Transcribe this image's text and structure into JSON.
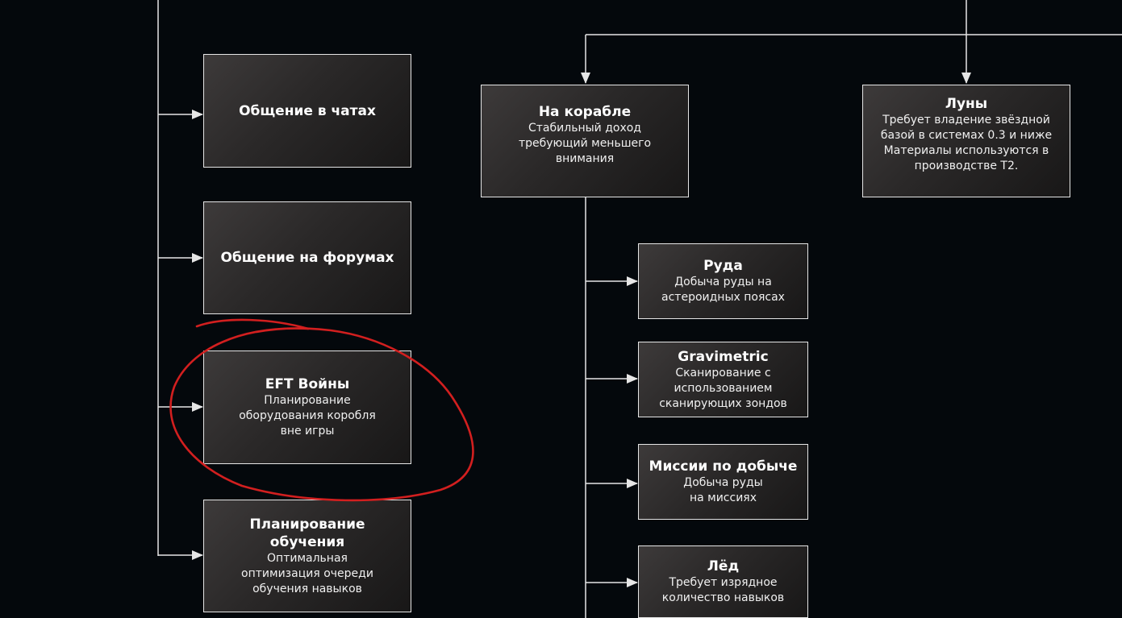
{
  "colors": {
    "background": "#04080c",
    "line": "#e6e6e6",
    "annotation": "#d21f1f"
  },
  "nodes": {
    "chat": {
      "title": "Общение в чатах"
    },
    "forum": {
      "title": "Общение на форумах"
    },
    "eft": {
      "title": "EFT Войны",
      "desc": "Планирование\nоборудования коробля\nвне игры"
    },
    "training": {
      "title": "Планирование\nобучения",
      "desc": "Оптимальная\nоптимизация очереди\nобучения навыков"
    },
    "ship": {
      "title": "На корабле",
      "desc": "Стабильный доход\nтребующий меньшего\nвнимания"
    },
    "moons": {
      "title": "Луны",
      "desc": "Требует владение звёздной\nбазой в системах 0.3 и ниже\nМатериалы используются в\nпроизводстве T2."
    },
    "ore": {
      "title": "Руда",
      "desc": "Добыча руды на\nастероидных поясах"
    },
    "gravimetric": {
      "title": "Gravimetric",
      "desc": "Сканирование с\nиспользованием\nсканирующих зондов"
    },
    "mining_missions": {
      "title": "Миссии по добыче",
      "desc": "Добыча руды\nна миссиях"
    },
    "ice": {
      "title": "Лёд",
      "desc": "Требует изрядное\nколичество навыков"
    }
  }
}
